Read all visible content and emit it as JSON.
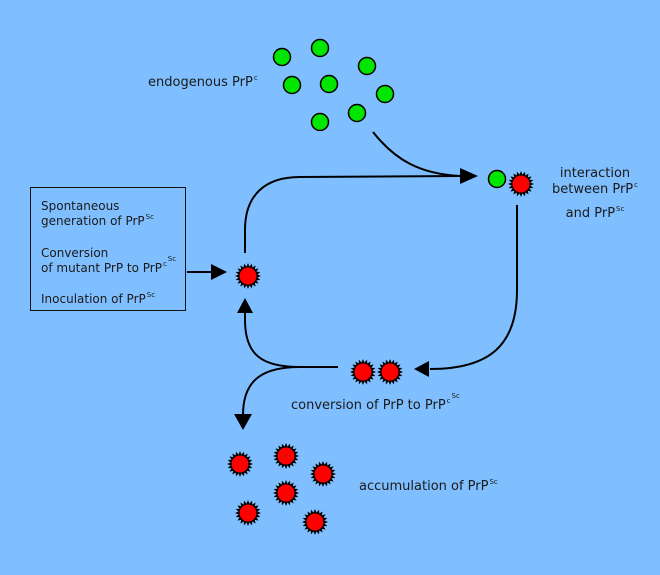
{
  "colors": {
    "background": "#80bfff",
    "prp_c_fill": "#00e600",
    "prp_sc_fill": "#ff0000",
    "stroke": "#000000"
  },
  "labels": {
    "endogenous": {
      "text": "endogenous PrP",
      "sup": "c"
    },
    "interaction_line1": "interaction",
    "interaction_line2": {
      "text": "between PrP",
      "sup": "c"
    },
    "interaction_line3": {
      "text": "and PrP",
      "sup": "Sc"
    },
    "conversion": {
      "text": "conversion of PrP to PrP",
      "sup1": "c",
      "sup2": "Sc"
    },
    "accumulation": {
      "text": "accumulation of PrP",
      "sup": "Sc"
    }
  },
  "sources_box": {
    "items": [
      {
        "line1": "Spontaneous",
        "line2": "generation of PrP",
        "sup": "Sc"
      },
      {
        "line1": "Conversion",
        "line2": "of mutant PrP to PrP",
        "sup1": "c",
        "sup2": "Sc"
      },
      {
        "line1": "Inoculation of PrP",
        "sup": "Sc"
      }
    ]
  },
  "molecules": {
    "endogenous_count": 8,
    "interaction_pair": [
      "PrPc",
      "PrPSc"
    ],
    "conversion_pair_count": 2,
    "seed_count": 1,
    "accumulated_count": 6
  }
}
